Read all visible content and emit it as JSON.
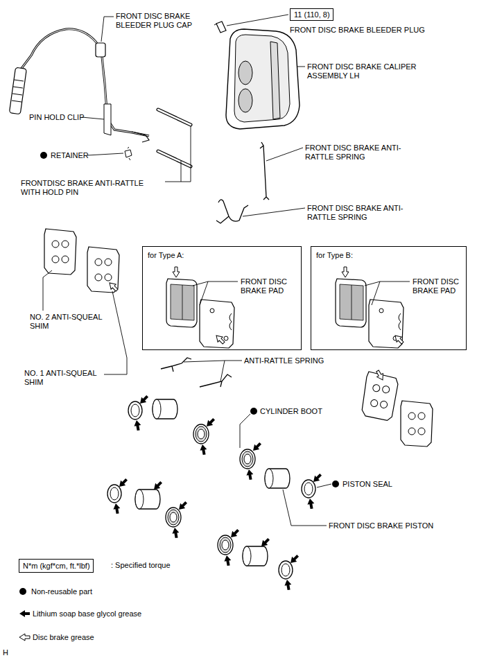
{
  "diagram": {
    "nodes": [
      {
        "text": [
          "11 (110, 8)"
        ]
      },
      {
        "text": [
          "for Type A:",
          "FRONT DISC BRAKE PAD"
        ]
      },
      {
        "text": [
          "for Type B:",
          "FRONT DISC BRAKE PAD"
        ]
      },
      {
        "text": [
          "N*m (kgf*cm, ft.*lbf)"
        ]
      }
    ],
    "labels": [
      "FRONT DISC BRAKE BLEEDER PLUG CAP",
      "FRONT DISC BRAKE BLEEDER PLUG",
      "FRONT DISC BRAKE CALIPER ASSEMBLY LH",
      "PIN HOLD CLIP",
      "RETAINER",
      "FRONT DISC BRAKE ANTI-RATTLE SPRING",
      "FRONTDISC BRAKE ANTI-RATTLE WITH HOLD PIN",
      "FRONT DISC BRAKE ANTI-RATTLE SPRING",
      "NO. 2 ANTI-SQUEAL SHIM",
      "NO. 1 ANTI-SQUEAL SHIM",
      "ANTI-RATTLE SPRING",
      "CYLINDER BOOT",
      "PISTON SEAL",
      "FRONT DISC BRAKE PISTON",
      "H"
    ],
    "legend": [
      {
        "text": ": Specified torque"
      },
      {
        "text": "Non-reusable part"
      },
      {
        "text": "Lithium soap base glycol grease"
      },
      {
        "text": "Disc brake grease"
      }
    ]
  }
}
